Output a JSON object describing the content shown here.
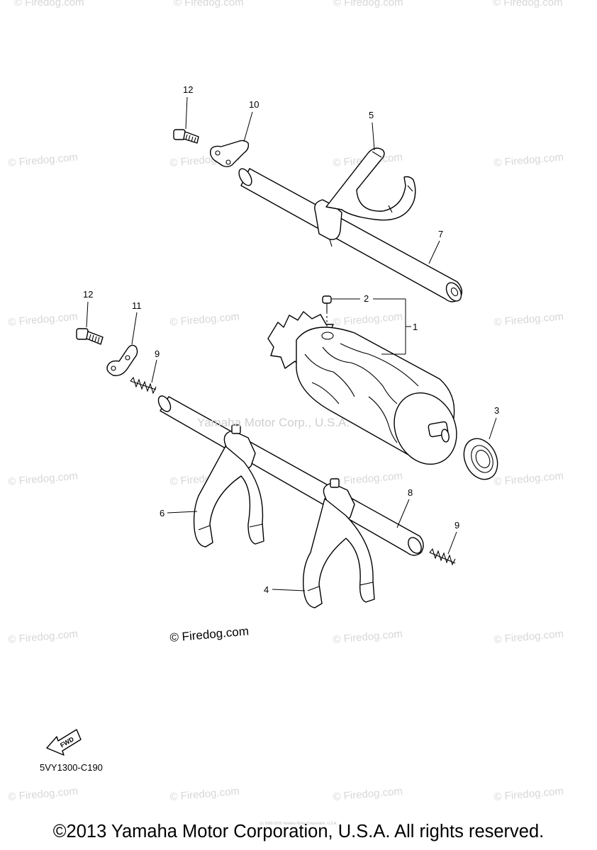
{
  "watermark": "© Firedog.com",
  "center_watermark": "Yamaha Motor Corp., U.S.A.",
  "copyright_mark": "© Firedog.com",
  "diagram_code": "5VY1300-C190",
  "fwd_label": "FWD",
  "tiny_notice": "(c) 2000-2015 Yamaha Motor Corporation, U.S.A.",
  "footer": "©2013 Yamaha Motor Corporation, U.S.A. All rights reserved.",
  "callouts": {
    "c1": "1",
    "c2": "2",
    "c3": "3",
    "c4": "4",
    "c5": "5",
    "c6": "6",
    "c7": "7",
    "c8": "8",
    "c9a": "9",
    "c9b": "9",
    "c10": "10",
    "c11": "11",
    "c12a": "12",
    "c12b": "12"
  }
}
